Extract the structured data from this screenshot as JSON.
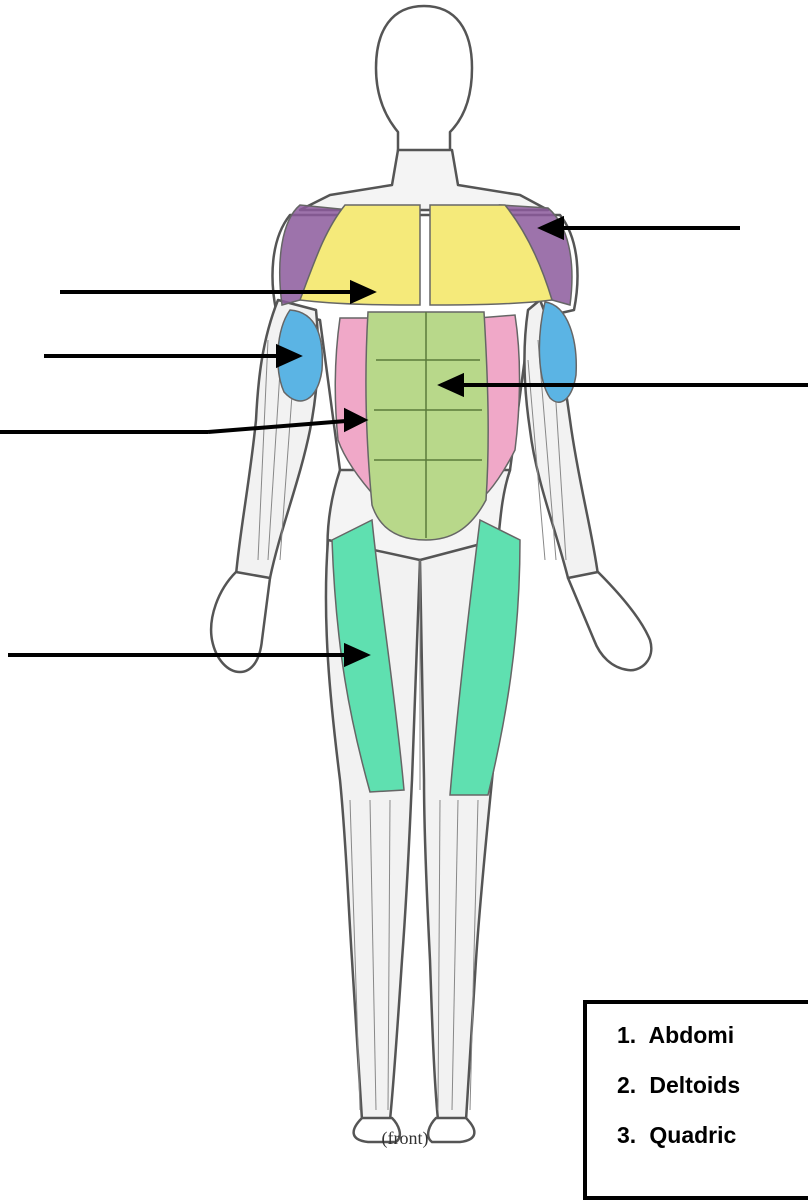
{
  "figure": {
    "caption": "(front)",
    "colors": {
      "deltoids": "#8c5a9c",
      "pectorals": "#f5ea7a",
      "biceps": "#5bb4e4",
      "obliques": "#f0a8c8",
      "abdominals": "#b8d88a",
      "quadriceps": "#5fe0b0",
      "outline": "#555555",
      "arrow": "#000000"
    },
    "arrows_count_note": "",
    "key": {
      "items": [
        {
          "num": "1.",
          "label": "Abdomi"
        },
        {
          "num": "2.",
          "label": "Deltoids"
        },
        {
          "num": "3.",
          "label": "Quadric"
        }
      ]
    }
  }
}
